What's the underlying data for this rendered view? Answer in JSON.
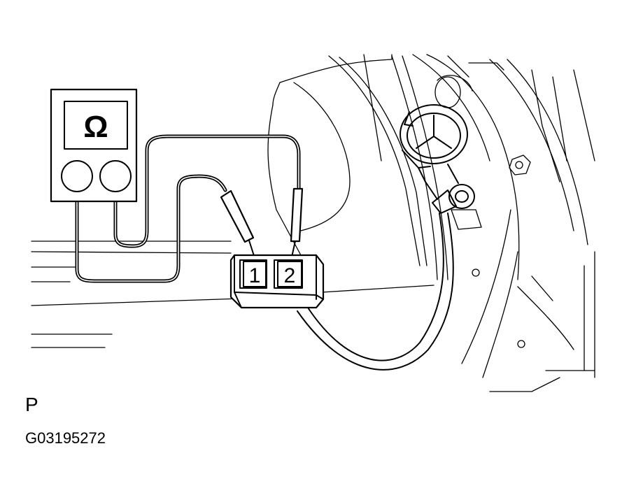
{
  "meter": {
    "symbol": "Ω"
  },
  "connector": {
    "terminals": [
      "1",
      "2"
    ]
  },
  "captions": {
    "view_letter": "P",
    "figure_code": "G03195272"
  },
  "colors": {
    "line": "#000000",
    "background": "#ffffff"
  }
}
